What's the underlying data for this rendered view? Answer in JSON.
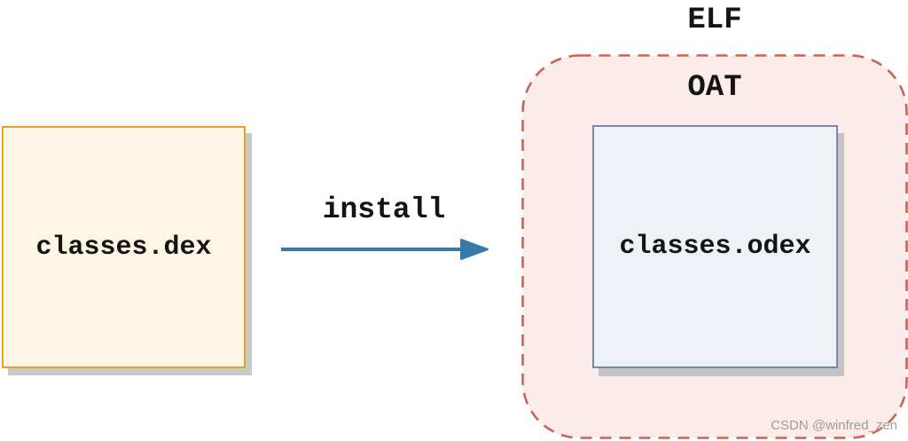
{
  "diagram": {
    "elf_label": "ELF",
    "oat_label": "OAT",
    "dex_box_label": "classes.dex",
    "odex_box_label": "classes.odex",
    "arrow_label": "install",
    "watermark": "CSDN @winfred_zen"
  },
  "colors": {
    "dex_fill": "#fdf6e4",
    "dex_border": "#e2a329",
    "oat_fill": "#fbecea",
    "oat_border": "#ce6250",
    "odex_fill": "#eef1f6",
    "odex_border": "#7589a8",
    "arrow_blue": "#3879ac",
    "box_shadow": "#c9c9c9",
    "text": "#141414",
    "watermark_gray": "#9e9e9e"
  }
}
